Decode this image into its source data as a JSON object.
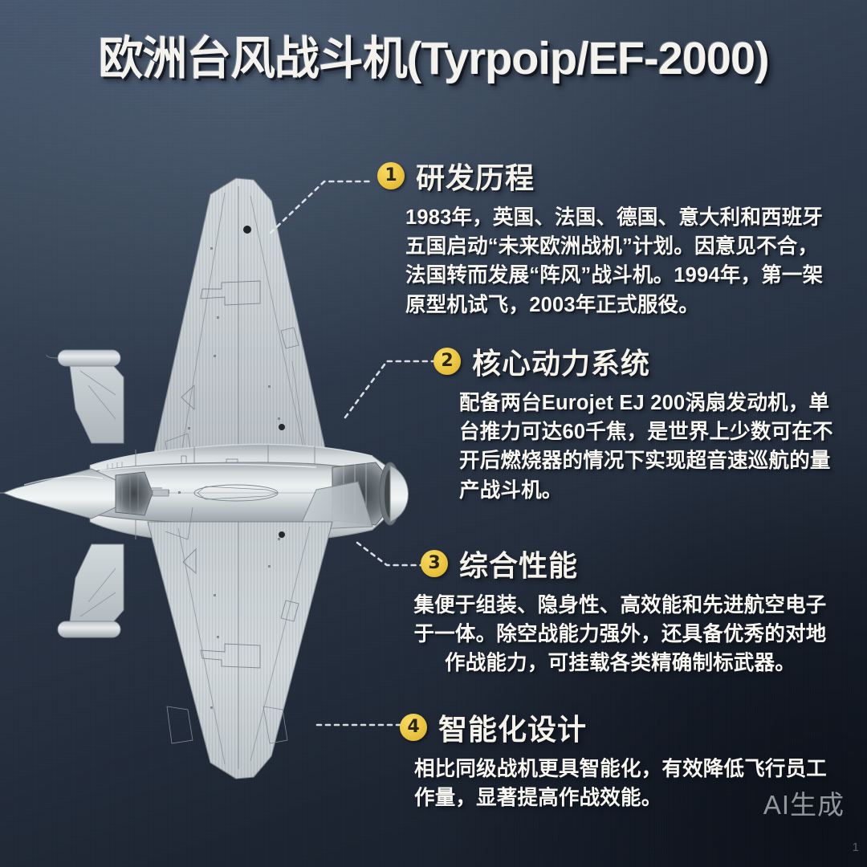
{
  "title": "欧洲台风战斗机(Tyrpoip/EF-2000)",
  "watermark": {
    "label": "AI生成",
    "sub": "1"
  },
  "theme": {
    "badge_color": "#edc845",
    "text_color": "#f7f6f0",
    "bg_top_left": "#44536a",
    "bg_bottom_right": "#161d29",
    "aircraft_light": "#dfe4e6",
    "aircraft_mid": "#c0c8cc",
    "aircraft_dark": "#9aa4aa",
    "leader_line_color": "#e8ecf0"
  },
  "sections": [
    {
      "number": "❶",
      "number_plain": "1",
      "title": "研发历程",
      "body": "1983年，英国、法国、德国、意大利和西班牙五国启动“未来欧洲战机”计划。因意见不合，法国转而发展“阵风”战斗机。1994年，第一架原型机试飞，2003年正式服役。"
    },
    {
      "number": "❷",
      "number_plain": "2",
      "title": "核心动力系统",
      "body": "配备两台Eurojet EJ 200涡扇发动机，单台推力可达60千焦，是世界上少数可在不开后燃烧器的情况下实现超音速巡航的量产战斗机。"
    },
    {
      "number": "❸",
      "number_plain": "3",
      "title": "综合性能",
      "body": "集便于组装、隐身性、高效能和先进航空电子于一体。除空战能力强外，还具备优秀的对地作战能力，可挂载各类精确制标武器。"
    },
    {
      "number": "❹",
      "number_plain": "4",
      "title": "智能化设计",
      "body": "相比同级战机更具智能化，有效降低飞行员工作量，显著提高作战效能。"
    }
  ],
  "aircraft": {
    "name": "eurofighter-typhoon-top-view",
    "orientation": "top-down, nose left"
  }
}
